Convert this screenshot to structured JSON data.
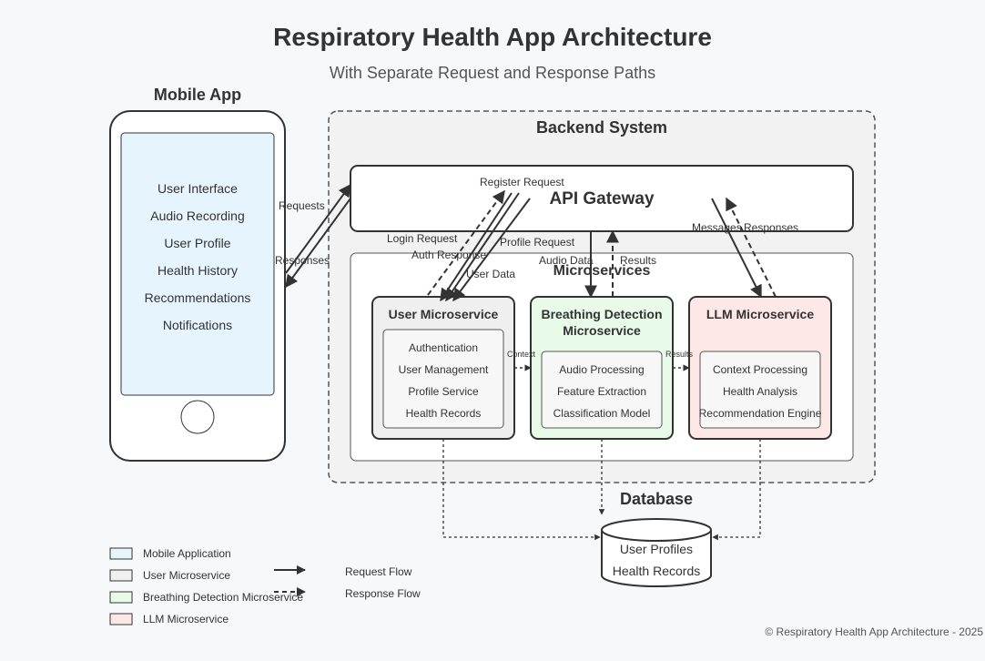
{
  "title": "Respiratory Health App Architecture",
  "subtitle": "With Separate Request and Response Paths",
  "mobile": {
    "heading": "Mobile App",
    "items": [
      "User Interface",
      "Audio Recording",
      "User Profile",
      "Health History",
      "Recommendations",
      "Notifications"
    ]
  },
  "backend": {
    "heading": "Backend System",
    "gateway": "API Gateway",
    "microservices_label": "Microservices"
  },
  "services": {
    "user": {
      "title": "User Microservice",
      "items": [
        "Authentication",
        "User Management",
        "Profile Service",
        "Health Records"
      ]
    },
    "breathing": {
      "title_line1": "Breathing Detection",
      "title_line2": "Microservice",
      "items": [
        "Audio Processing",
        "Feature Extraction",
        "Classification Model"
      ]
    },
    "llm": {
      "title": "LLM Microservice",
      "items": [
        "Context Processing",
        "Health Analysis",
        "Recommendation Engine"
      ]
    }
  },
  "database": {
    "heading": "Database",
    "items": [
      "User Profiles",
      "Health Records"
    ]
  },
  "flow_labels": {
    "requests": "Requests",
    "responses": "Responses",
    "register_request": "Register Request",
    "login_request": "Login Request",
    "auth_response": "Auth Response",
    "profile_request": "Profile Request",
    "user_data": "User Data",
    "audio_data": "Audio Data",
    "results_gateway": "Results",
    "messages": "Messages",
    "responses_llm": "Responses",
    "context": "Context",
    "results_inter": "Results"
  },
  "legend": {
    "mobile": "Mobile Application",
    "user": "User Microservice",
    "breathing": "Breathing Detection Microservice",
    "llm": "LLM Microservice",
    "request_flow": "Request Flow",
    "response_flow": "Response Flow"
  },
  "footer": "© Respiratory Health App Architecture - 2025",
  "colors": {
    "mobile_fill": "#e6f4fd",
    "user_fill": "#efefef",
    "breathing_fill": "#e8fbe8",
    "llm_fill": "#fde7e7",
    "stroke": "#333333",
    "backend_fill": "#f2f2f2"
  }
}
